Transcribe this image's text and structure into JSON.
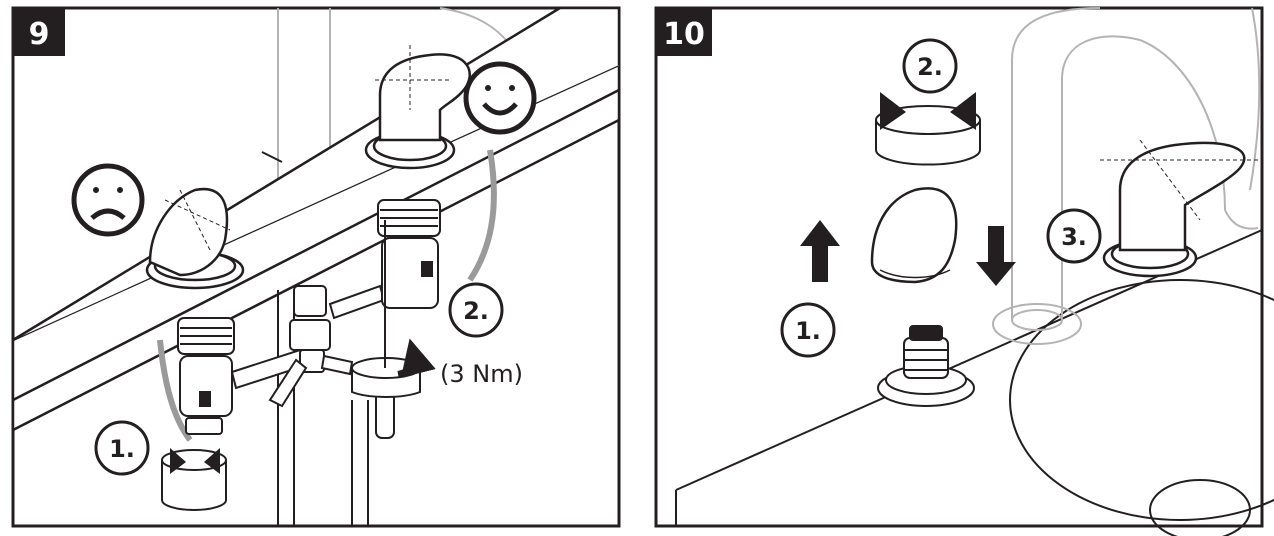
{
  "panels": [
    {
      "number": "9",
      "steps": [
        "1.",
        "2."
      ],
      "torque": "(3 Nm)"
    },
    {
      "number": "10",
      "steps": [
        "1.",
        "2.",
        "3."
      ]
    }
  ],
  "icons": {
    "sad": "sad-face-icon",
    "happy": "happy-face-icon"
  },
  "colors": {
    "badge": "#231f20",
    "line": "#231f20",
    "ghost": "#b3b3b3"
  }
}
